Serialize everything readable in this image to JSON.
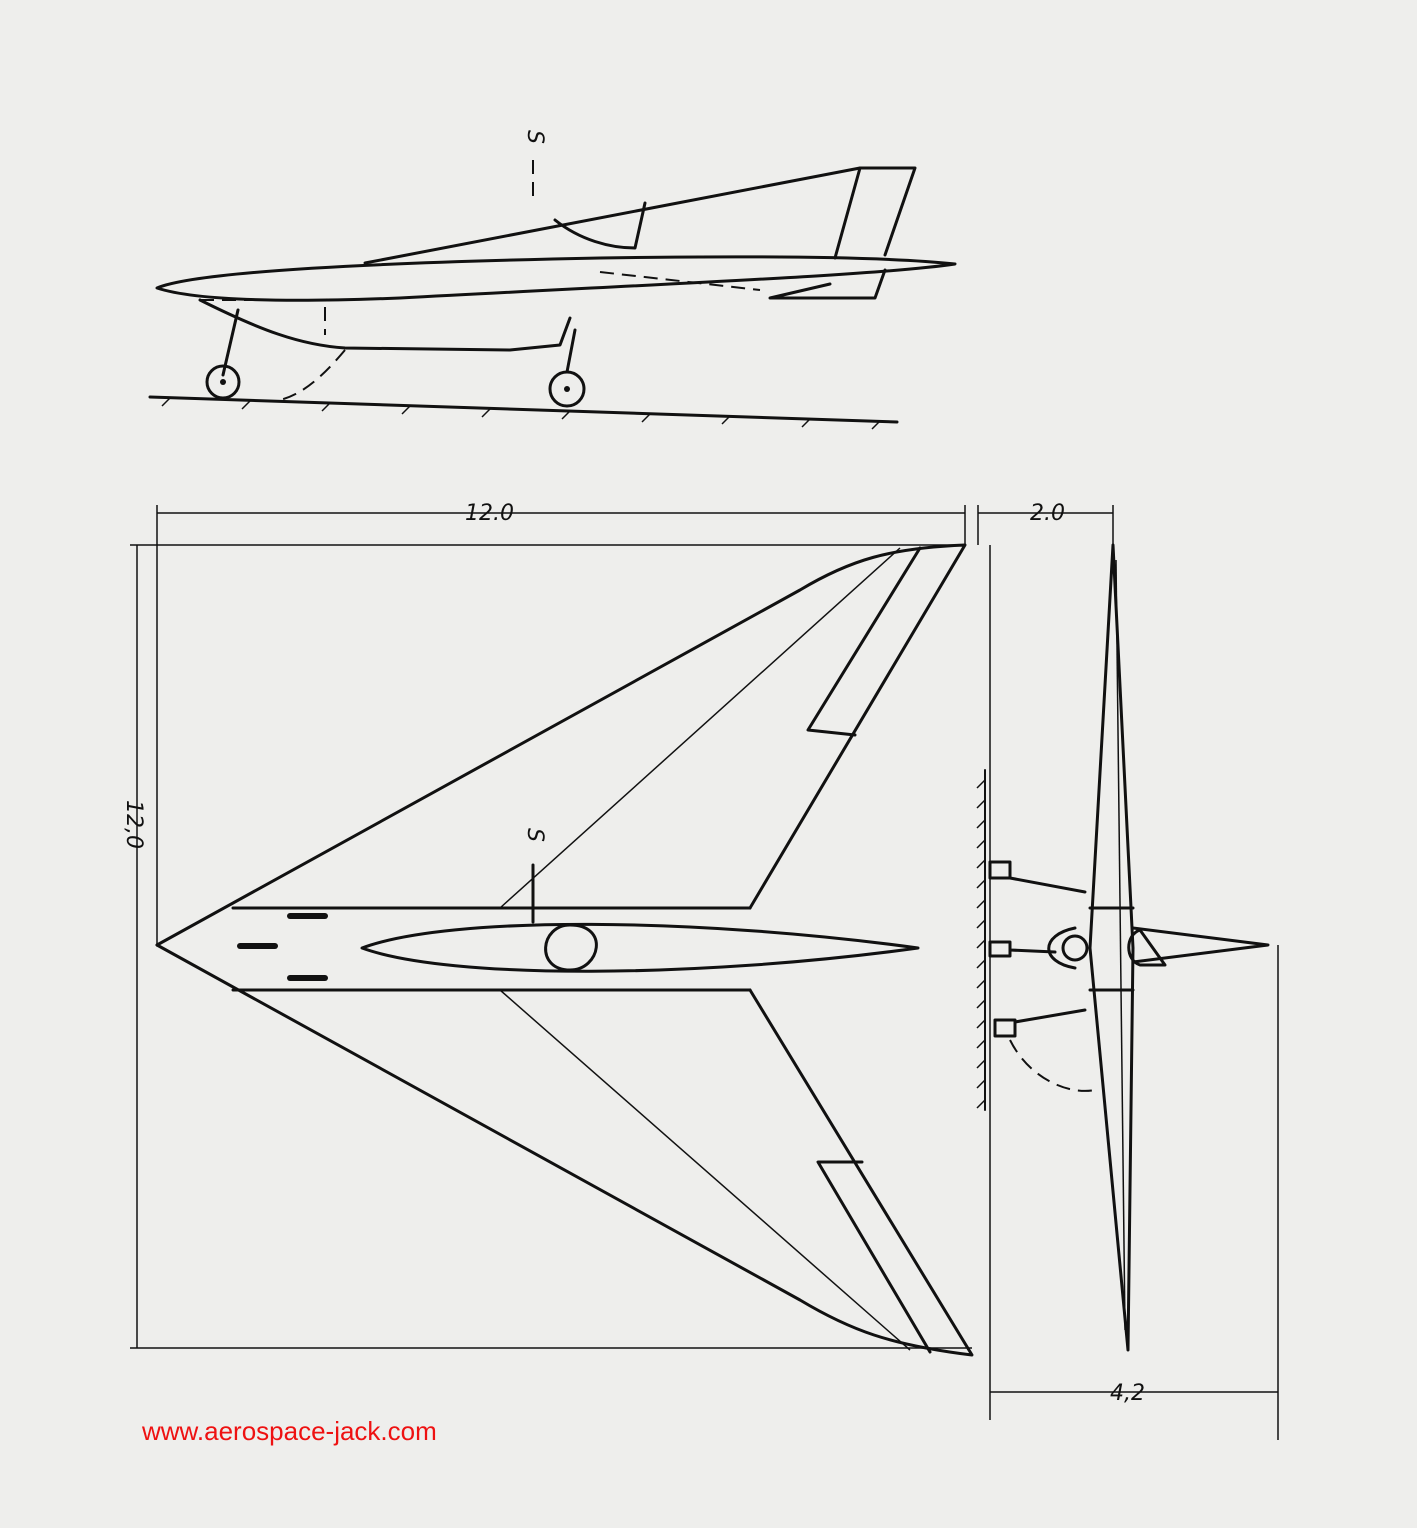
{
  "drawing": {
    "section_marker": "S",
    "dimensions": {
      "span_top": "12.0",
      "length_side": "12,0",
      "height_front": "2.0",
      "width_front": "4,2"
    }
  },
  "watermark": "www.aerospace-jack.com",
  "colors": {
    "ink": "#111111",
    "paper": "#eeeeec",
    "watermark": "#ee1111"
  }
}
